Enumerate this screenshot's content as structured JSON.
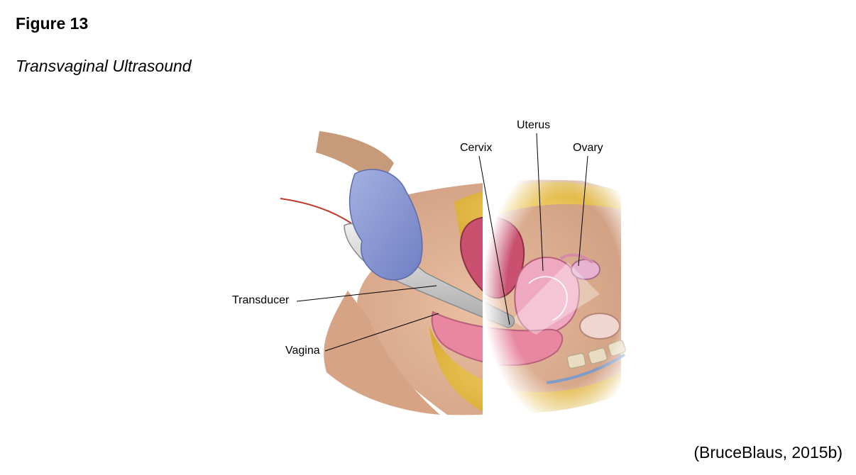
{
  "figure": {
    "number": "Figure 13",
    "title": "Transvaginal Ultrasound",
    "credit": "(BruceBlaus, 2015b)"
  },
  "labels": {
    "cervix": "Cervix",
    "uterus": "Uterus",
    "ovary": "Ovary",
    "transducer": "Transducer",
    "vagina": "Vagina"
  },
  "colors": {
    "skin": "#d9a98a",
    "fat": "#e8c14e",
    "tissue_pink": "#e8a0b4",
    "glove": "#8e9cd6",
    "probe": "#c9c9c9",
    "cable": "#c0392b"
  }
}
